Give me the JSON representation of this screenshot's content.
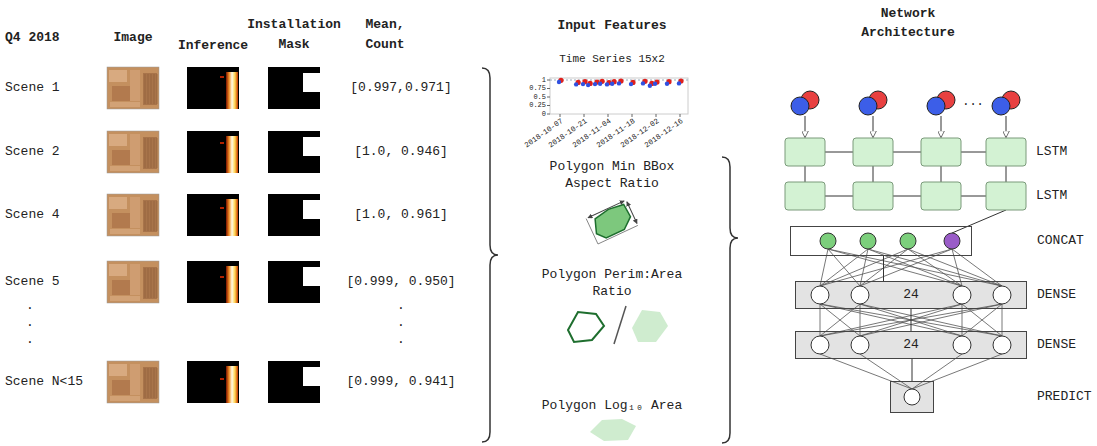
{
  "diagram": {
    "nodes": [
      {
        "text": [
          "CONCAT"
        ]
      },
      {
        "text": [
          "24",
          "DENSE"
        ]
      },
      {
        "text": [
          "24",
          "DENSE"
        ]
      },
      {
        "text": [
          "PREDICT"
        ]
      }
    ],
    "edges": [
      {
        "from": 0,
        "to": 1,
        "arrow": "none"
      },
      {
        "from": 1,
        "to": 2,
        "arrow": "none"
      },
      {
        "from": 2,
        "to": 3,
        "arrow": "none"
      }
    ],
    "labels": [
      "Q4 2018",
      "Image",
      "Inference",
      "Installation Mask",
      "Mean, Count",
      "Scene 1",
      "[0.997,0.971]",
      "Scene 2",
      "[1.0, 0.946]",
      "Scene 4",
      "[1.0, 0.961]",
      "Scene 5",
      "[0.999, 0.950]",
      ".",
      ".",
      ".",
      ".",
      ".",
      ".",
      "Scene N<15",
      "[0.999, 0.941]",
      "Input Features",
      "Time Series 15x2",
      "1",
      "0.75",
      "0.5",
      "0.25",
      "0",
      "2018-10-07",
      "2018-10-21",
      "2018-11-04",
      "2018-11-18",
      "2018-12-02",
      "2018-12-16",
      "Polygon Min BBox Aspect Ratio",
      "Polygon Perim:Area Ratio",
      "Polygon Log₁₀ Area",
      "Network Architecture",
      "...",
      "LSTM",
      "LSTM"
    ]
  }
}
